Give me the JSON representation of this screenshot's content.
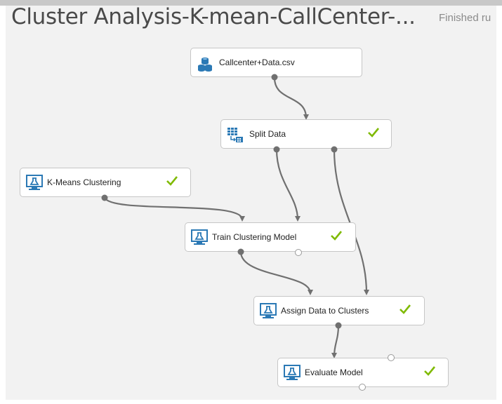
{
  "experiment": {
    "title": "Cluster Analysis-K-mean-CallCenter-...",
    "status": "Finished ru"
  },
  "modules": {
    "dataset": {
      "label": "Callcenter+Data.csv",
      "icon": "dataset-icon"
    },
    "split": {
      "label": "Split Data",
      "icon": "split-data-icon",
      "completed": true
    },
    "kmeans": {
      "label": "K-Means Clustering",
      "icon": "model-icon",
      "completed": true
    },
    "train": {
      "label": "Train Clustering Model",
      "icon": "model-icon",
      "completed": true
    },
    "assign": {
      "label": "Assign Data to Clusters",
      "icon": "model-icon",
      "completed": true
    },
    "evaluate": {
      "label": "Evaluate Model",
      "icon": "model-icon",
      "completed": true
    }
  },
  "colors": {
    "check": "#7fba00",
    "icon": "#2b79b5",
    "connector": "#707070"
  }
}
